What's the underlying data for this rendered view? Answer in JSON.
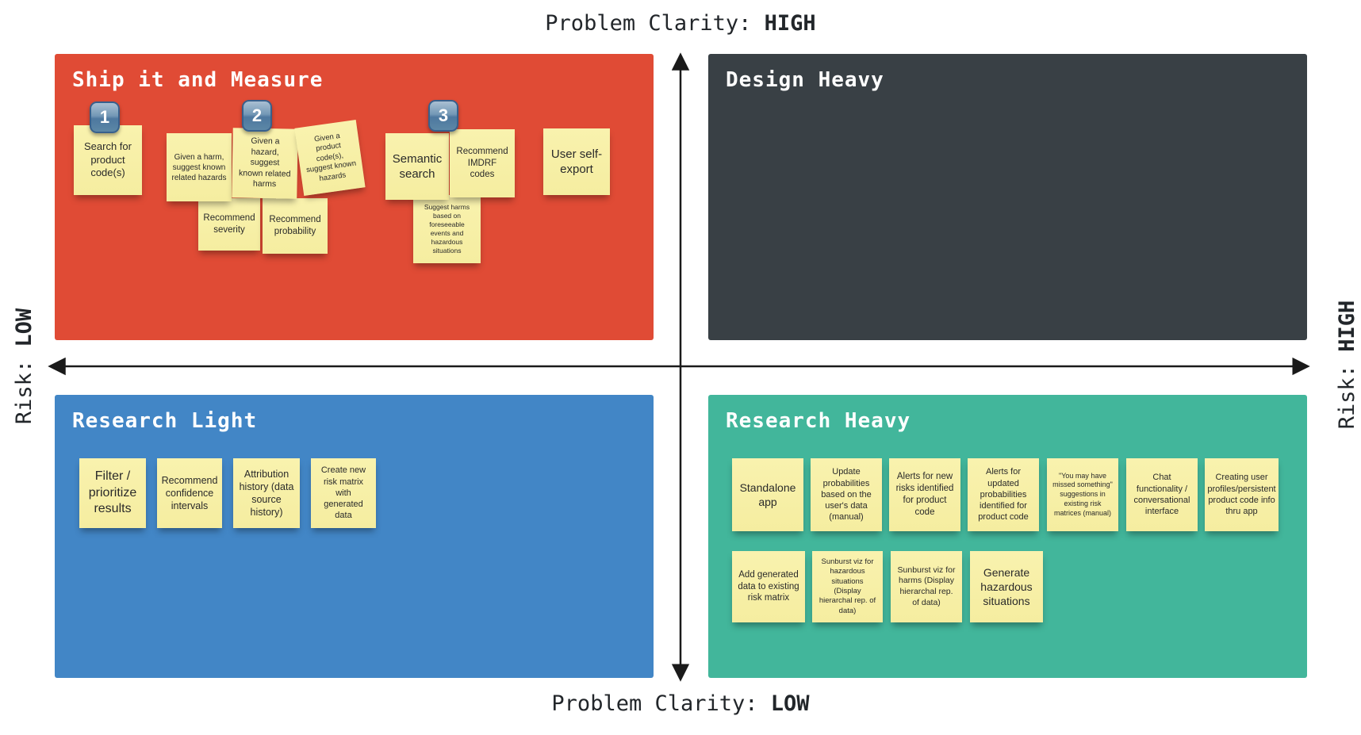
{
  "axes": {
    "top": {
      "label": "Problem Clarity:",
      "value": "HIGH"
    },
    "bottom": {
      "label": "Problem Clarity:",
      "value": "LOW"
    },
    "left": {
      "label": "Risk:",
      "value": "LOW"
    },
    "right": {
      "label": "Risk:",
      "value": "HIGH"
    }
  },
  "colors": {
    "ship_it": "#e04b35",
    "design_heavy": "#394045",
    "research_light": "#4286c6",
    "research_heavy": "#42b69b",
    "sticky": "#f6efa4",
    "badge": "#5c87a6",
    "arrow": "#1a1a1a"
  },
  "quadrants": {
    "ship_it": {
      "title": "Ship it and Measure",
      "badges": [
        "1",
        "2",
        "3"
      ],
      "stickies": [
        "Search for product code(s)",
        "Given a harm, suggest known related hazards",
        "Given a hazard, suggest known related harms",
        "Given a product code(s), suggest known hazards",
        "Recommend severity",
        "Recommend probability",
        "Semantic search",
        "Recommend IMDRF codes",
        "Suggest harms based on foreseeable events and hazardous situations",
        "User self-export"
      ]
    },
    "design_heavy": {
      "title": "Design Heavy",
      "stickies": []
    },
    "research_light": {
      "title": "Research Light",
      "stickies": [
        "Filter / prioritize results",
        "Recommend confidence intervals",
        "Attribution history (data source history)",
        "Create new risk matrix with generated data"
      ]
    },
    "research_heavy": {
      "title": "Research Heavy",
      "stickies": [
        "Standalone app",
        "Update probabilities based on the user's data (manual)",
        "Alerts for new risks identified for product code",
        "Alerts for updated probabilities identified for product code",
        "\"You may have missed something\" suggestions in existing risk matrices (manual)",
        "Chat functionality / conversational interface",
        "Creating user profiles/persistent product code info thru app",
        "Add generated data to existing risk matrix",
        "Sunburst viz for hazardous situations (Display hierarchal rep. of data)",
        "Sunburst viz for harms (Display hierarchal rep. of data)",
        "Generate hazardous situations"
      ]
    }
  }
}
